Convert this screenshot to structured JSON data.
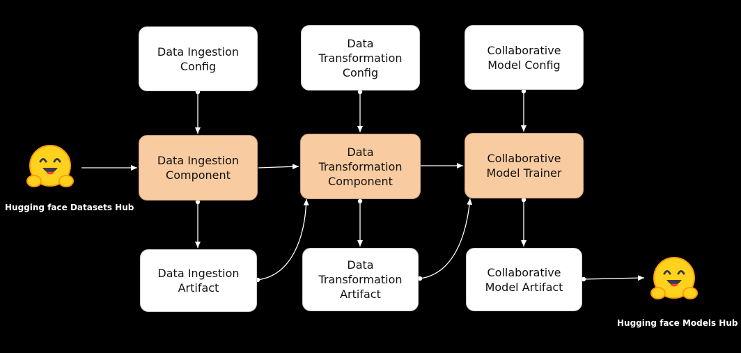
{
  "nodes": {
    "ingestion_config": "Data Ingestion\nConfig",
    "transformation_config": "Data\nTransformation\nConfig",
    "model_config": "Collaborative\nModel Config",
    "ingestion_component": "Data Ingestion\nComponent",
    "transformation_component": "Data\nTransformation\nComponent",
    "model_trainer": "Collaborative\nModel Trainer",
    "ingestion_artifact": "Data Ingestion\nArtifact",
    "transformation_artifact": "Data\nTransformation\nArtifact",
    "model_artifact": "Collaborative\nModel Artifact"
  },
  "hubs": {
    "datasets": "Hugging face Datasets Hub",
    "models": "Hugging face Models Hub"
  },
  "colors": {
    "background": "#000000",
    "component_fill": "#f8cba0",
    "box_fill": "#ffffff",
    "connector": "#ffffff"
  },
  "icons": {
    "hub_icon": "hugging-face-emoji-icon"
  }
}
